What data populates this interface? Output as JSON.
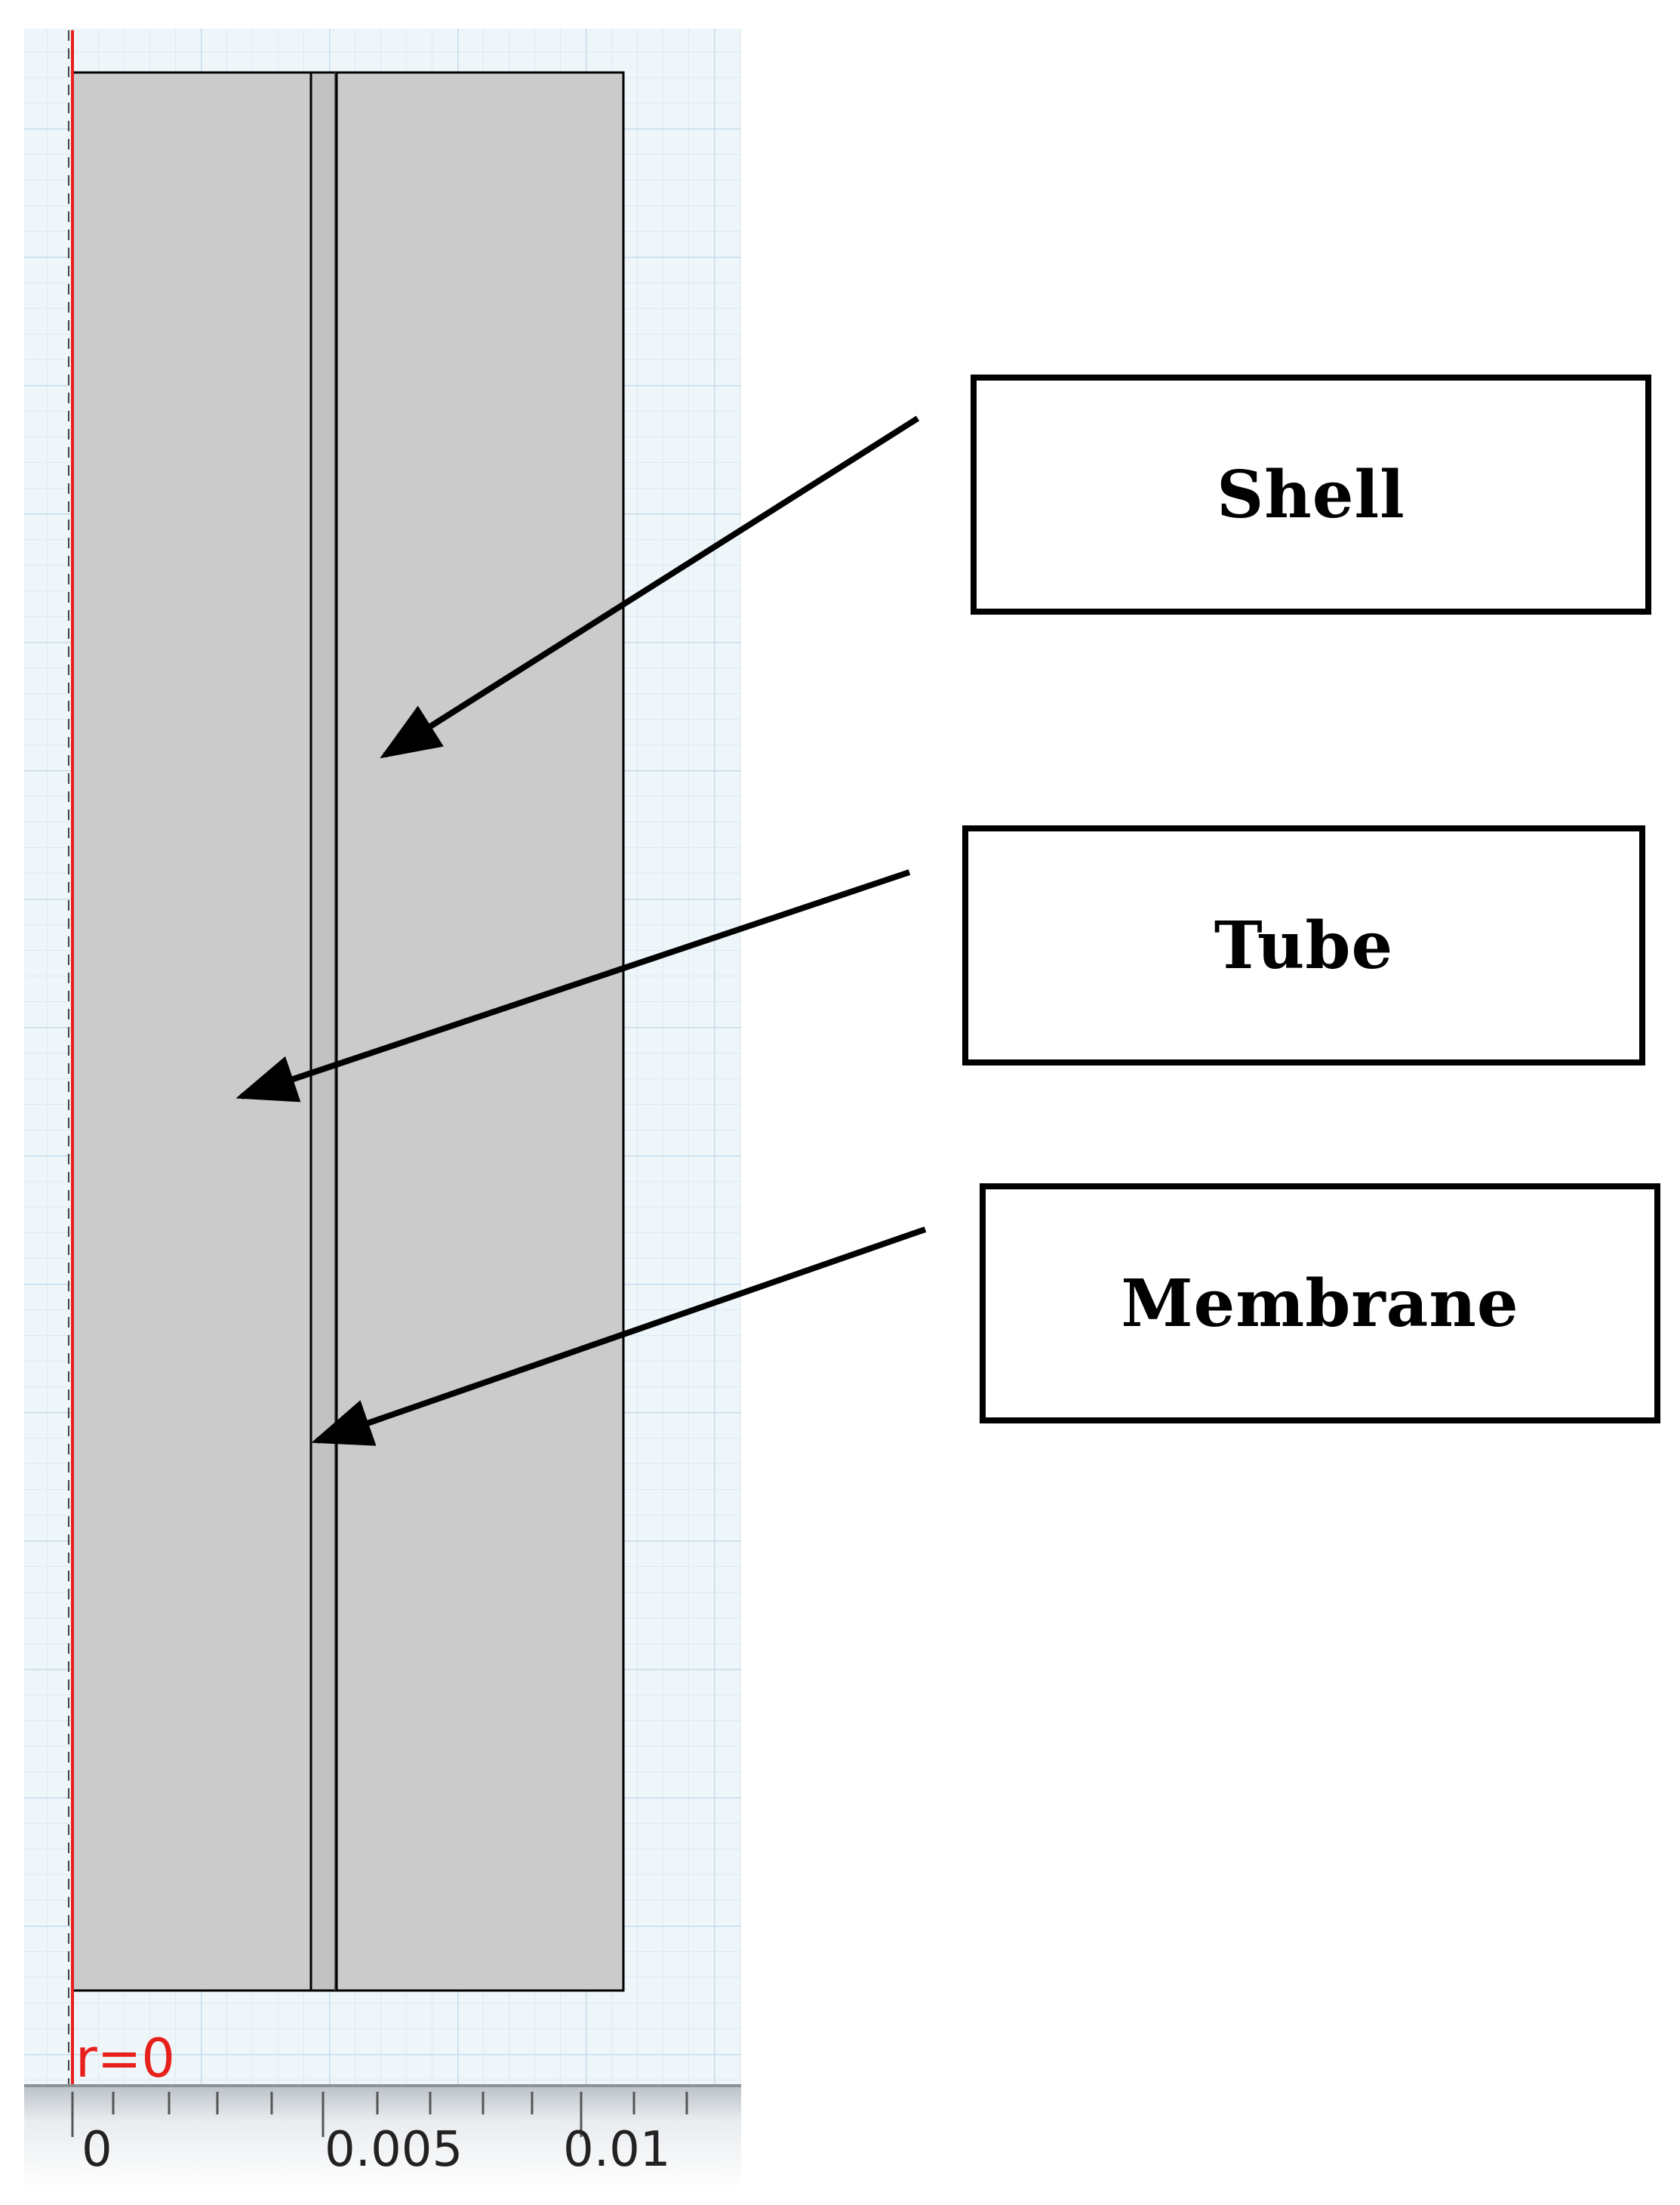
{
  "labels": {
    "shell": "Shell",
    "tube": "Tube",
    "membrane": "Membrane"
  },
  "axis": {
    "symmetry_label": "r=0",
    "tick_labels": [
      "0",
      "0.005",
      "0.01"
    ]
  },
  "colors": {
    "symmetry_line": "#e8201c",
    "domain_fill": "#cbcbcb",
    "grid_line": "#c5dbe9",
    "canvas_bg": "#eef6fa"
  }
}
